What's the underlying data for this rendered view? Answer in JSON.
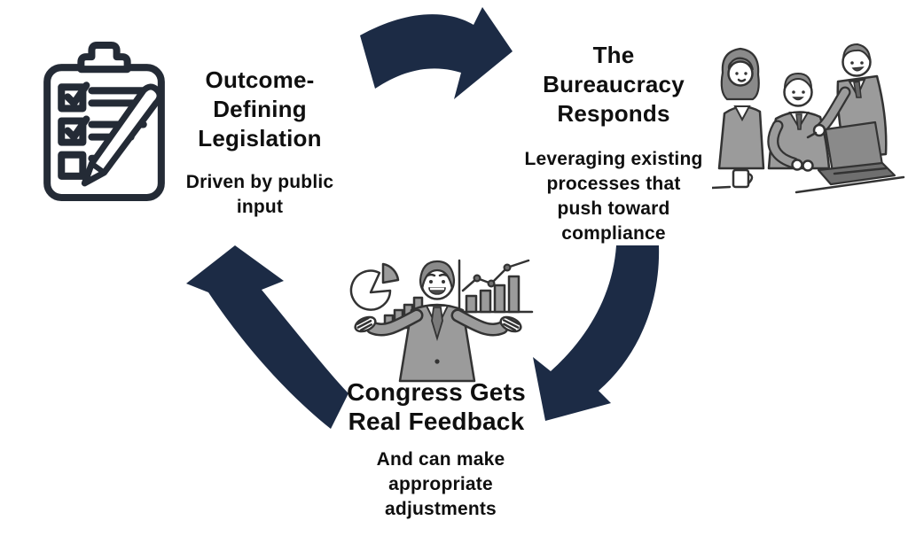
{
  "palette": {
    "arrow_navy": "#1c2b45",
    "text_black": "#0f0f0f",
    "icon_stroke": "#242b36",
    "illustration_gray": "#9b9b9b",
    "background": "#ffffff"
  },
  "cycle": {
    "nodes": [
      {
        "id": "legislation",
        "title": "Outcome-\nDefining\nLegislation",
        "subtitle": "Driven by public\ninput",
        "icon": "clipboard-checklist-icon"
      },
      {
        "id": "bureaucracy",
        "title": "The\nBureaucracy\nResponds",
        "subtitle": "Leveraging existing\nprocesses that\npush toward\ncompliance",
        "icon": "team-reviewing-laptop-illustration"
      },
      {
        "id": "feedback",
        "title": "Congress Gets\nReal Feedback",
        "subtitle": "And can make\nappropriate\nadjustments",
        "icon": "presenter-with-charts-illustration"
      }
    ],
    "arrows": [
      {
        "from": "legislation",
        "to": "bureaucracy"
      },
      {
        "from": "bureaucracy",
        "to": "feedback"
      },
      {
        "from": "feedback",
        "to": "legislation"
      }
    ]
  }
}
